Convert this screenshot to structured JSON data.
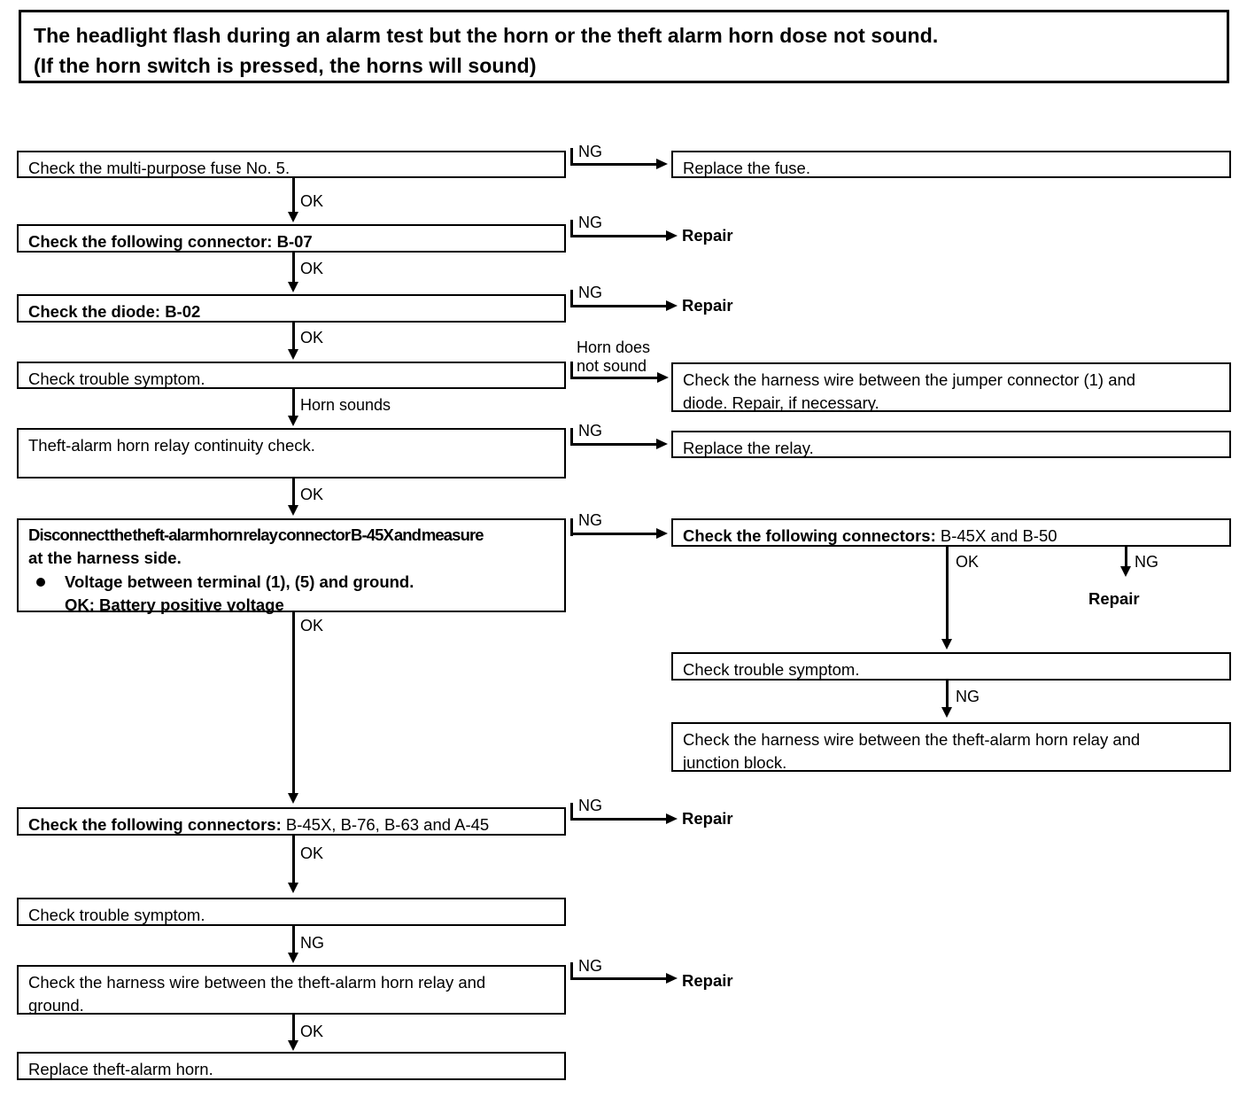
{
  "header": {
    "line1": "The headlight flash during an alarm test but the horn or the theft alarm horn dose not sound.",
    "line2": "(If the horn switch is pressed, the horns will sound)"
  },
  "nodes": {
    "fuse_check": "Check the multi-purpose fuse No. 5.",
    "replace_fuse": "Replace the fuse.",
    "connector_b07": "Check the following connector: B-07",
    "repair_1": "Repair",
    "diode_b02": "Check the diode: B-02",
    "repair_2": "Repair",
    "trouble_symptom_1": "Check trouble symptom.",
    "jumper_harness_line1": "Check the harness wire between the jumper connector (1) and",
    "jumper_harness_line2": "diode. Repair, if necessary.",
    "relay_continuity": "Theft-alarm horn relay continuity check.",
    "replace_relay": "Replace the relay.",
    "disconnect_line1": "Disconnect the theft-alarm horn relay connector B-45X and measure",
    "disconnect_line2": "at the harness side.",
    "disconnect_bullet": "Voltage between terminal (1), (5) and ground.",
    "disconnect_ok": "OK: Battery positive voltage",
    "connectors_b45x_b50_label": "Check the following connectors:",
    "connectors_b45x_b50_value": " B-45X and B-50",
    "repair_3": "Repair",
    "trouble_symptom_2": "Check trouble symptom.",
    "relay_junction_line1": "Check the harness wire between the theft-alarm horn relay and",
    "relay_junction_line2": "junction block.",
    "connectors_multi_label": "Check the following connectors:",
    "connectors_multi_value": " B-45X, B-76, B-63 and A-45",
    "repair_4": "Repair",
    "trouble_symptom_3": "Check trouble symptom.",
    "relay_ground_line1": "Check the harness wire between the theft-alarm horn relay and",
    "relay_ground_line2": "ground.",
    "repair_5": "Repair",
    "replace_horn": "Replace theft-alarm horn."
  },
  "edges": {
    "ok_1": "OK",
    "ok_2": "OK",
    "ok_3": "OK",
    "ok_4": "OK",
    "ok_5": "OK",
    "ok_6": "OK",
    "ok_7": "OK",
    "ng_1": "NG",
    "ng_2": "NG",
    "ng_3": "NG",
    "ng_4": "NG",
    "ng_5": "NG",
    "ng_6": "NG",
    "ng_7": "NG",
    "ng_8": "NG",
    "ng_9": "NG",
    "ng_10": "NG",
    "horn_does_line1": "Horn does",
    "horn_does_line2": "not sound",
    "horn_sounds": "Horn sounds"
  },
  "colors": {
    "ink": "#000000",
    "paper": "#ffffff"
  }
}
